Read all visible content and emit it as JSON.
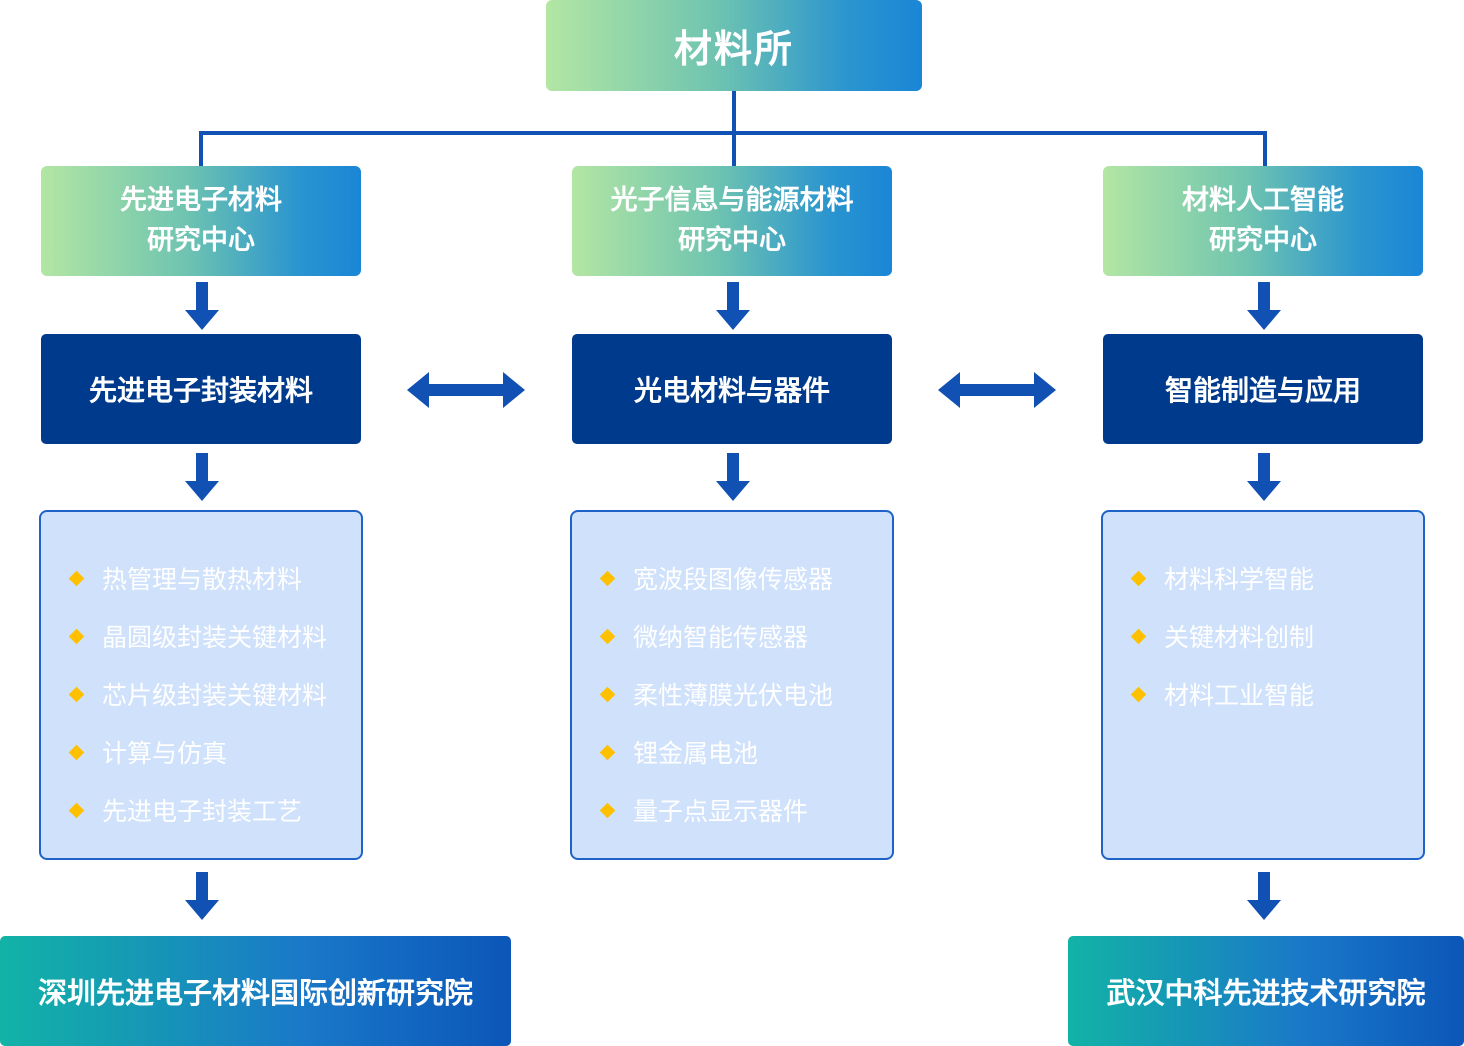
{
  "root": {
    "label": "材料所"
  },
  "centers": [
    {
      "line1": "先进电子材料",
      "line2": "研究中心"
    },
    {
      "line1": "光子信息与能源材料",
      "line2": "研究中心"
    },
    {
      "line1": "材料人工智能",
      "line2": "研究中心"
    }
  ],
  "directions": [
    {
      "label": "先进电子封装材料"
    },
    {
      "label": "光电材料与器件"
    },
    {
      "label": "智能制造与应用"
    }
  ],
  "topics": [
    {
      "items": [
        "热管理与散热材料",
        "晶圆级封装关键材料",
        "芯片级封装关键材料",
        "计算与仿真",
        "先进电子封装工艺"
      ]
    },
    {
      "items": [
        "宽波段图像传感器",
        "微纳智能传感器",
        "柔性薄膜光伏电池",
        "锂金属电池",
        "量子点显示器件"
      ]
    },
    {
      "items": [
        "材料科学智能",
        "关键材料创制",
        "材料工业智能"
      ]
    }
  ],
  "institutes": [
    {
      "label": "深圳先进电子材料国际创新研究院"
    },
    {
      "label": "武汉中科先进技术研究院"
    }
  ],
  "colors": {
    "connector": "#1151b4",
    "navy": "#003a8c",
    "list_bg": "#cfe1fb",
    "bullet": "#ffc000"
  }
}
